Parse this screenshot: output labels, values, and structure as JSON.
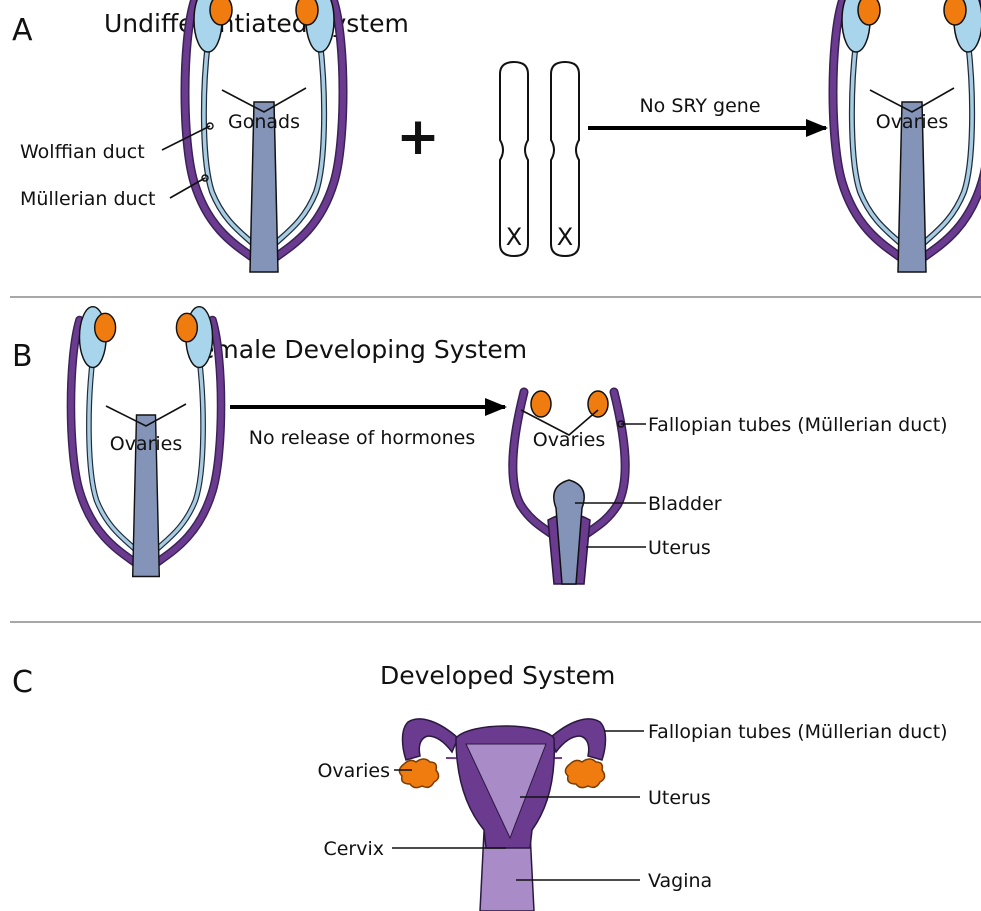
{
  "panels": {
    "a": {
      "letter": "A",
      "title": "Undifferentiated System",
      "gonads_label": "Gonads",
      "wolffian_label": "Wolffian duct",
      "mullerian_label": "Müllerian duct",
      "plus": "+",
      "chromosome_labels": [
        "X",
        "X"
      ],
      "arrow_label": "No SRY gene",
      "result_label": "Ovaries"
    },
    "b": {
      "letter": "B",
      "title": "Female Developing System",
      "start_label": "Ovaries",
      "arrow_label": "No release of hormones",
      "result_label": "Ovaries",
      "fallopian_label": "Fallopian tubes (Müllerian duct)",
      "bladder_label": "Bladder",
      "uterus_label": "Uterus"
    },
    "c": {
      "letter": "C",
      "title": "Developed System",
      "fallopian_label": "Fallopian tubes (Müllerian duct)",
      "ovaries_label": "Ovaries",
      "uterus_label": "Uterus",
      "cervix_label": "Cervix",
      "vagina_label": "Vagina"
    }
  },
  "colors": {
    "mullerian": "#5a2e82",
    "wolffian": "#a9cde0",
    "gonad": "#a8d4ec",
    "ovary": "#f07c10",
    "urogenital_sinus": "#8494b8",
    "uterus_dark": "#6a3b8f",
    "uterus_light": "#a98bc7",
    "divider": "#8c8c8c"
  }
}
